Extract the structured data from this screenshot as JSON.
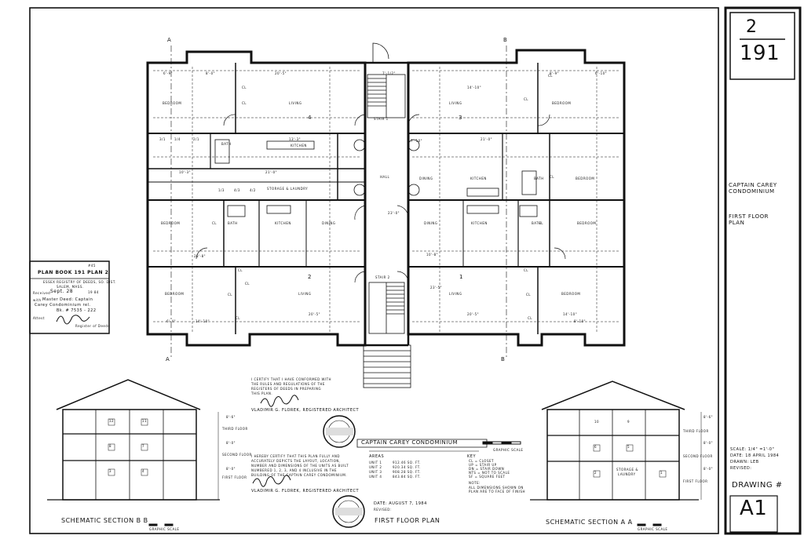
{
  "title_block": {
    "sheet_top": "2",
    "sheet_bottom": "191",
    "project": "CAPTAIN CAREY CONDOMINIUM",
    "drawing_title": "FIRST FLOOR PLAN",
    "scale": "SCALE: 1/4\" =1'-0\"",
    "date": "DATE: 18 APRIL 1984",
    "drawn": "DRAWN: LEB",
    "revised": "REVISED:",
    "drawing_label": "DRAWING #",
    "drawing_number": "A1"
  },
  "stamp": {
    "line1": "PLAN BOOK 191 PLAN 2",
    "line2": "ESSEX REGISTRY OF DEEDS, SO. DIST.",
    "line3": "SALEM, MASS.",
    "received_label": "Received",
    "received_date": "Sept. 28",
    "received_year": "19 84",
    "with_label": "with",
    "with_text": "Master Deed: Captain",
    "with_text2": "Carey Condominium rel.",
    "book": "Bk. # 7535 - 222",
    "attest_label": "Attest",
    "register_label": "Register of Deeds",
    "corner": "#45"
  },
  "plan": {
    "section_marks": [
      "A",
      "A",
      "B",
      "B"
    ],
    "unit_numbers": [
      "4",
      "3",
      "2",
      "1"
    ],
    "room_labels": [
      "BEDROOM",
      "LIVING",
      "BATH",
      "KITCHEN",
      "STAIR 1",
      "LIVING",
      "BEDROOM",
      "HALL",
      "DINING",
      "KITCHEN",
      "BATH",
      "BEDROOM",
      "STORAGE & LAUNDRY",
      "BEDROOM",
      "BATH",
      "KITCHEN",
      "DINING",
      "DINING",
      "KITCHEN",
      "BATH",
      "BEDROOM",
      "STAIR 2",
      "BEDROOM",
      "LIVING",
      "LIVING",
      "BEDROOM"
    ],
    "closet_labels": [
      "CL",
      "CL",
      "CL",
      "CL",
      "CL",
      "CL",
      "CL",
      "CL",
      "CL",
      "CL",
      "CL",
      "CL",
      "CL",
      "CL"
    ],
    "storage_numbers": [
      "3/1",
      "1/4",
      "2/1",
      "1/3",
      "4/3",
      "4/2"
    ],
    "dims": [
      "6'-9\"",
      "8'-0\"",
      "20'-5\"",
      "7'-1/2\"",
      "14'-10\"",
      "8'-9\"",
      "6'-10\"",
      "21'-0\"",
      "13'-3\"",
      "21'-0\"",
      "10'-3\"",
      "10'-8\"",
      "28'-8\"",
      "20'-5\"",
      "20'-5\"",
      "14'-10\"",
      "14'-10\"",
      "6'-4\"",
      "8'-10\"",
      "7'-10\"",
      "23'-0\"",
      "23'-5\""
    ]
  },
  "certification": {
    "cert1": [
      "I CERTIFY THAT I HAVE CONFORMED WITH",
      "THE RULES AND REGULATIONS OF THE",
      "REGISTERS OF DEEDS IN PREPARING",
      "THIS PLAN."
    ],
    "architect": "VLADIMIR G. FLOREK, REGISTERED ARCHITECT",
    "cert2": [
      "I HEREBY CERTIFY THAT THIS PLAN FULLY AND",
      "ACCURATELY DEPICTS THE LAYOUT, LOCATION,",
      "NUMBER AND DIMENSIONS OF THE UNITS AS BUILT",
      "NUMBERED 1, 2, 3, AND 4 INCLUSIVE IN THE",
      "BUILDING OF THE CAPTAIN CAREY CONDOMINIUM."
    ],
    "architect2": "VLADIMIR G. FLOREK, REGISTERED ARCHITECT",
    "date_line": "DATE: AUGUST 7, 1984",
    "revised": "REVISED:"
  },
  "areas": {
    "title": "AREAS",
    "rows": [
      {
        "unit": "UNIT 1",
        "area": "912.46 SQ. FT."
      },
      {
        "unit": "UNIT 2",
        "area": "920.34 SQ. FT."
      },
      {
        "unit": "UNIT 3",
        "area": "908.28 SQ. FT."
      },
      {
        "unit": "UNIT 4",
        "area": "843.84 SQ. FT."
      }
    ]
  },
  "key": {
    "title": "KEY",
    "items": [
      "CL = CLOSET",
      "UP = STAIR UP",
      "DN = STAIR DOWN",
      "NTS = NOT TO SCALE",
      "SF = SQUARE FEET"
    ],
    "note_label": "NOTE:",
    "note": [
      "ALL DIMENSIONS SHOWN ON",
      "PLAN ARE TO FACE OF FINISH"
    ]
  },
  "graphic_scale": "GRAPHIC SCALE",
  "banner": "CAPTAIN CAREY CONDOMINIUM",
  "sheet_caption": "FIRST FLOOR PLAN",
  "section_bb": {
    "caption": "SCHEMATIC SECTION B B",
    "scale": "GRAPHIC SCALE",
    "floors": [
      "THIRD FLOOR",
      "SECOND FLOOR",
      "FIRST FLOOR"
    ],
    "units": [
      "12",
      "11",
      "8",
      "7",
      "3",
      "4"
    ],
    "heights": [
      "8'-6\"",
      "8'-0\"",
      "8'-0\""
    ]
  },
  "section_aa": {
    "caption": "SCHEMATIC SECTION A A",
    "scale": "GRAPHIC SCALE",
    "floors": [
      "THIRD FLOOR",
      "SECOND FLOOR",
      "FIRST FLOOR"
    ],
    "units": [
      "10",
      "9",
      "6",
      "5",
      "2",
      "1"
    ],
    "storage": [
      "STORAGE &",
      "LAUNDRY"
    ],
    "heights": [
      "8'-6\"",
      "8'-0\"",
      "8'-0\""
    ]
  }
}
